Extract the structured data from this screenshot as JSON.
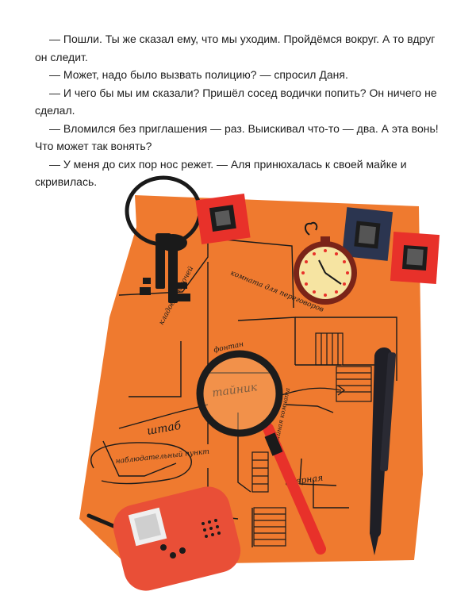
{
  "story": {
    "paragraphs": [
      "— Пошли. Ты же сказал ему, что мы уходим. Пройдёмся вокруг. А то вдруг он следит.",
      "— Может, надо было вызвать полицию? — спросил Даня.",
      "— И чего бы мы им сказали? Пришёл сосед водички попить? Он ничего не сделал.",
      "— Вломился без приглашения — раз. Выискивал что-то — два. А эта вонь! Что может так вонять?",
      "— У меня до сих пор нос режет. — Аля принюхалась к своей майке и скривилась."
    ]
  },
  "map": {
    "labels": {
      "room_negotiations": "комната для переговоров",
      "keys_room": "кладовка ключей",
      "fountain": "фонтан",
      "secret": "тайник",
      "hq": "штаб",
      "observation_point": "наблюдательный пункт",
      "secret_room": "тайная комната",
      "gate": "дверная"
    }
  },
  "colors": {
    "paper": "#ef7a2f",
    "ink": "#1a1a1a",
    "frame_red": "#e8312a",
    "frame_navy": "#2b3550",
    "watch_face": "#f6e4a2",
    "walkie": "#e94f37",
    "lens_handle": "#e8312a",
    "pen": "#1f1f26"
  }
}
